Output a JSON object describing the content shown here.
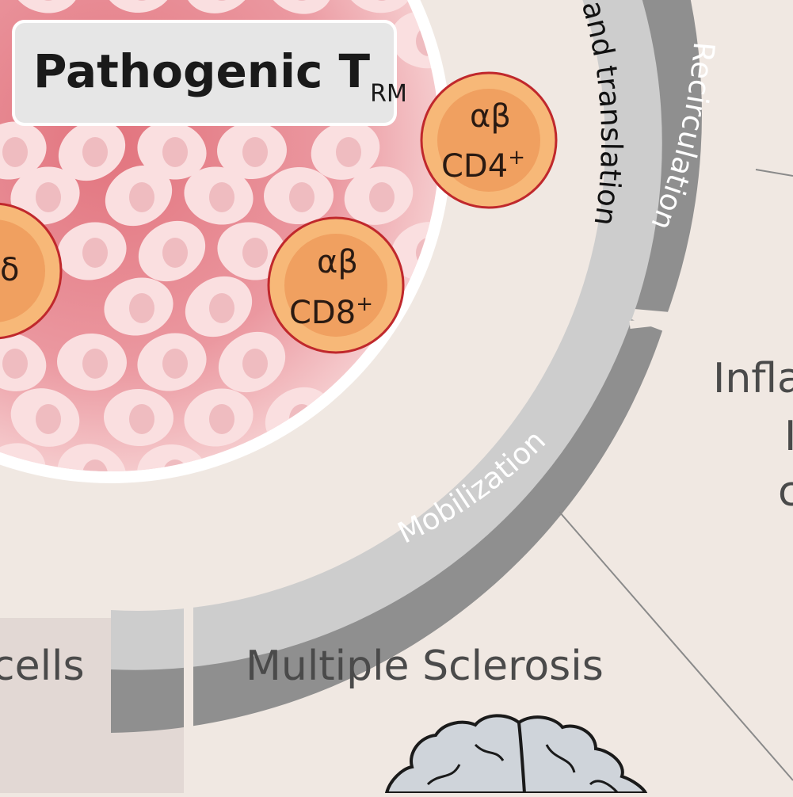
{
  "title": {
    "main": "Pathogenic T",
    "sub": "RM"
  },
  "cells": [
    {
      "top": "αβ",
      "bottom": "CD4",
      "sup": "+"
    },
    {
      "top": "αβ",
      "bottom": "CD8",
      "sup": "+"
    },
    {
      "top": "",
      "bottom": "δ",
      "sup": ""
    }
  ],
  "ring_labels": {
    "inner": "on and translation",
    "recirculation": "Recirculation",
    "mobilization": "Mobilization"
  },
  "side_labels": {
    "left_partial": "cells",
    "bottom_center": "Multiple Sclerosis",
    "right_partial_1": "Infla",
    "right_partial_2": "I",
    "right_partial_3": "c"
  },
  "icons": {
    "brain": "brain-icon"
  },
  "colors": {
    "background": "#f0e8e2",
    "tissue": "#ec98a0",
    "cell_fill": "#fadfe0",
    "nucleus": "#efbcc0",
    "t_cell_outer": "#f7b878",
    "t_cell_inner": "#f0a060",
    "t_cell_border": "#c0282c",
    "ring_light": "#cdcdcd",
    "ring_dark": "#8f8f8f",
    "left_panel": "#e2d8d4"
  }
}
